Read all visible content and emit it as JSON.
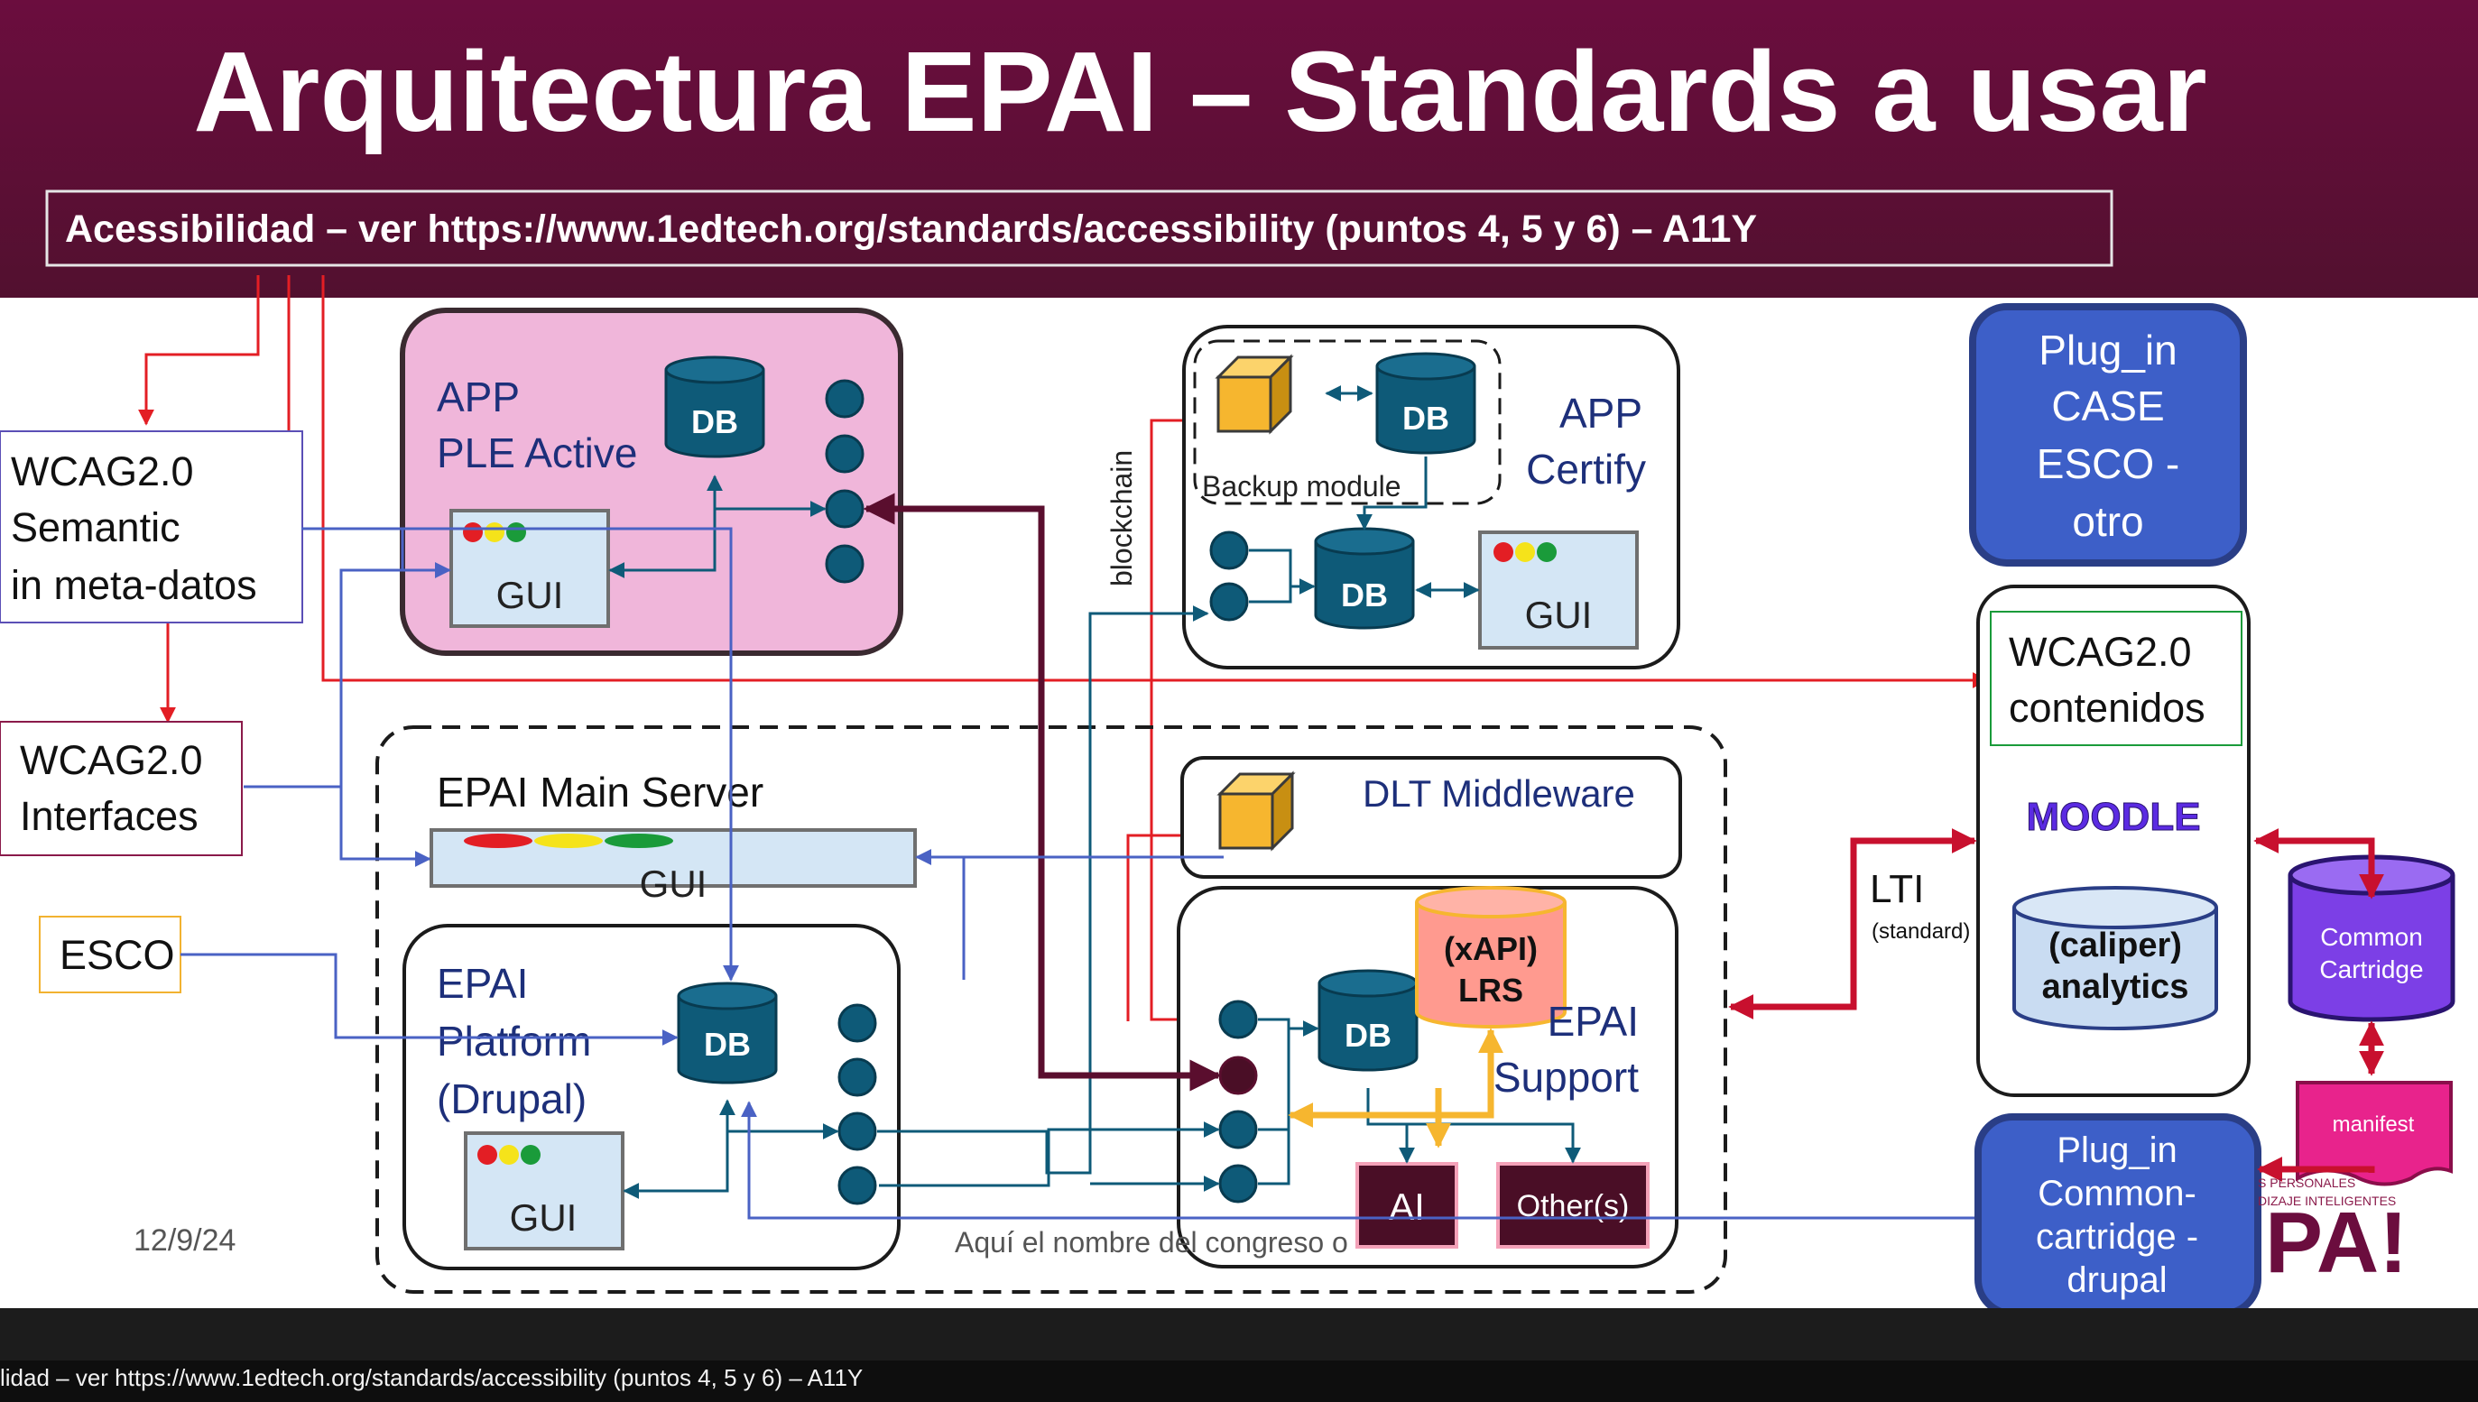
{
  "slide": {
    "title": "Arquitectura EPAI – Standards a usar",
    "accessibility_banner": "Acessibilidad – ver https://www.1edtech.org/standards/accessibility (puntos 4, 5 y 6) – A11Y",
    "date": "12/9/24",
    "footer": "Aquí el nombre del congreso o",
    "logo_fragment": "PA!",
    "logo_small_1": "S PERSONALES",
    "logo_small_2": "DIZAJE INTELIGENTES"
  },
  "labels": {
    "wcag_semantic": [
      "WCAG2.0",
      "Semantic",
      "in meta-datos"
    ],
    "wcag_interfaces": [
      "WCAG2.0",
      "Interfaces"
    ],
    "esco": "ESCO",
    "app_ple": [
      "APP",
      "PLE Active"
    ],
    "app_certify": [
      "APP",
      "Certify"
    ],
    "backup_module": "Backup module",
    "blockchain": "blockchain",
    "main_server": "EPAI Main Server",
    "dlt_middleware": "DLT Middleware",
    "platform": [
      "EPAI",
      "Platform",
      "(Drupal)"
    ],
    "support": [
      "EPAI",
      "Support"
    ],
    "xapi": [
      "(xAPI)",
      "LRS"
    ],
    "ai": "AI",
    "others": "Other(s)",
    "db": "DB",
    "gui": "GUI",
    "plugin_case": [
      "Plug_in",
      "CASE",
      "ESCO -",
      "otro"
    ],
    "wcag_contenidos": [
      "WCAG2.0",
      "contenidos"
    ],
    "moodle": "MOODLE",
    "caliper": [
      "(caliper)",
      "analytics"
    ],
    "lti": "LTI",
    "lti_sub": "(standard)",
    "common_cartridge": [
      "Common",
      "Cartridge"
    ],
    "manifest": "manifest",
    "plugin_cc": [
      "Plug_in",
      "Common-",
      "cartridge -",
      "drupal"
    ]
  },
  "status_bar": {
    "text": "lidad – ver https://www.1edtech.org/standards/accessibility (puntos 4, 5 y 6) – A11Y"
  },
  "colors": {
    "title_bg": "#6b0d3e",
    "db_fill": "#0e5a78",
    "ple_fill": "#f0b6da",
    "plugin_fill": "#3d5fc8",
    "red_link": "#e31e24",
    "blue_link": "#4a62c4",
    "teal_link": "#0e5a78",
    "dark_link": "#5a0e2e",
    "amber_link": "#f6b62f",
    "cube_fill": "#f6b62f",
    "moodle": "#5b2be2",
    "cartridge_fill": "#7c3fe6"
  }
}
